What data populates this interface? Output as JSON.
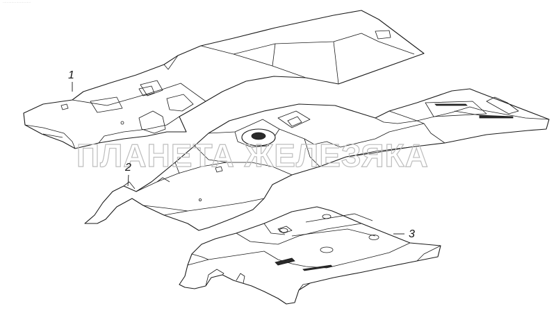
{
  "diagram": {
    "callouts": [
      {
        "id": "1",
        "label": "1"
      },
      {
        "id": "2",
        "label": "2"
      },
      {
        "id": "3",
        "label": "3"
      }
    ],
    "watermark": "ПЛАНЕТА ЖЕЛЕЗЯКА",
    "top_note": "............................."
  },
  "colors": {
    "line": "#1a1a1a",
    "background": "#ffffff",
    "watermark": "#bdbdbd"
  }
}
